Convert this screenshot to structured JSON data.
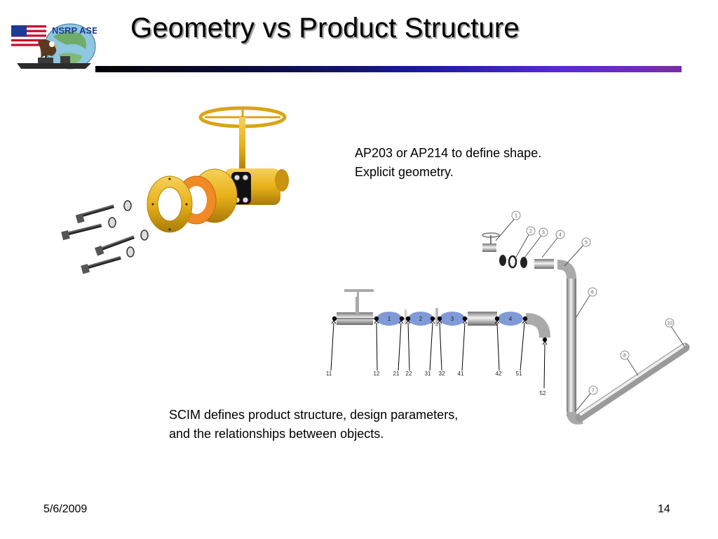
{
  "slide": {
    "title": "Geometry vs Product Structure",
    "logo_text": "NSRP ASE",
    "note_geometry": "AP203 or AP214 to define shape.\nExplicit geometry.",
    "note_structure": "SCIM defines product structure, design parameters,  and the relationships between objects.",
    "footer_date": "5/6/2009",
    "footer_page": "14"
  },
  "schematic": {
    "segment_labels": [
      "1",
      "2",
      "3",
      "4"
    ],
    "port_labels": [
      "11",
      "12",
      "21",
      "22",
      "31",
      "32",
      "41",
      "42",
      "51",
      "52"
    ]
  },
  "assembly": {
    "callouts": [
      "1",
      "2",
      "3",
      "4",
      "5",
      "6",
      "7",
      "8",
      "10"
    ]
  },
  "colors": {
    "valve_gold": "#e8b11a",
    "gasket_orange": "#f08a24",
    "segment_blue": "#7f9ad6",
    "bar_start": "#050505",
    "bar_end": "#7a2ca8"
  }
}
